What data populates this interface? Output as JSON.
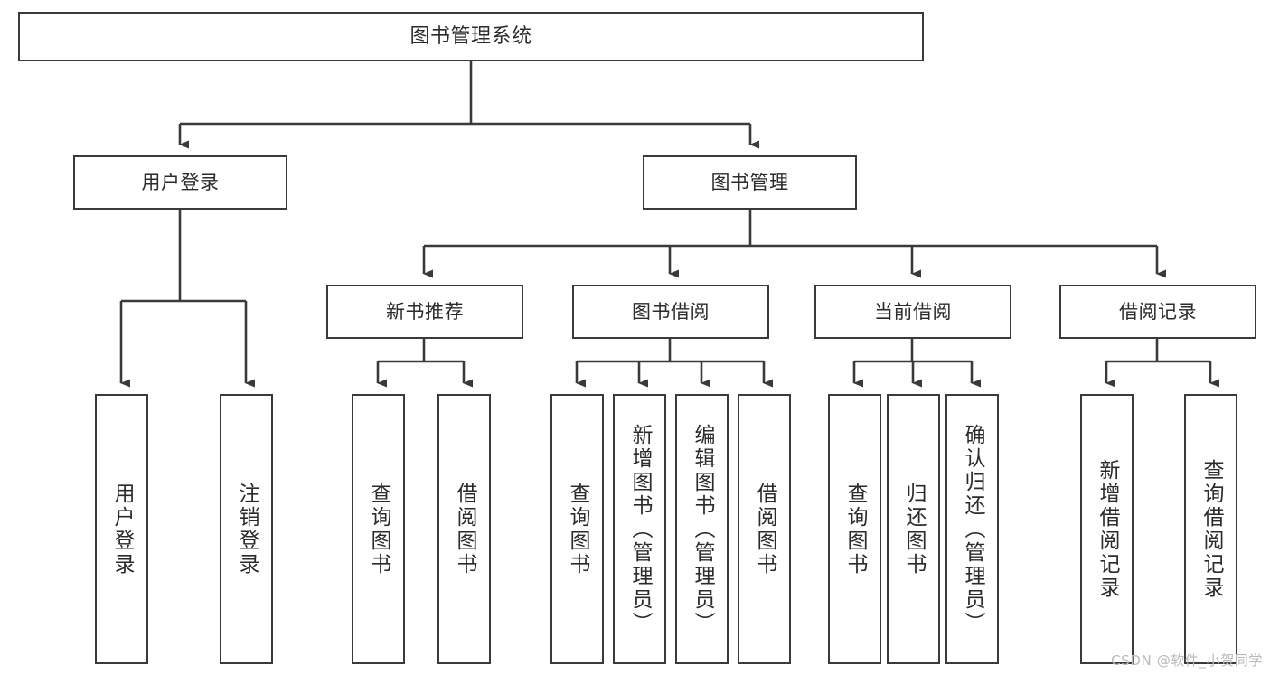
{
  "diagram": {
    "title": "图书管理系统",
    "type": "tree-hierarchy",
    "watermark": "CSDN @软件_小贺同学",
    "colors": {
      "background": "#ffffff",
      "node_border": "#3a3a3a",
      "node_fill": "#ffffff",
      "edge": "#3a3a3a",
      "text": "#2b2b2b",
      "watermark": "#b9b9b9"
    },
    "levels": {
      "root": "图书管理系统",
      "level2": [
        "用户登录",
        "图书管理"
      ],
      "level3": [
        "新书推荐",
        "图书借阅",
        "当前借阅",
        "借阅记录"
      ]
    },
    "nodes": {
      "root": {
        "label": "图书管理系统",
        "orientation": "horizontal"
      },
      "user_login": {
        "label": "用户登录",
        "orientation": "horizontal"
      },
      "book_manage": {
        "label": "图书管理",
        "orientation": "horizontal"
      },
      "new_book_rec": {
        "label": "新书推荐",
        "orientation": "horizontal"
      },
      "book_borrow": {
        "label": "图书借阅",
        "orientation": "horizontal"
      },
      "current_borrow": {
        "label": "当前借阅",
        "orientation": "horizontal"
      },
      "borrow_record": {
        "label": "借阅记录",
        "orientation": "horizontal"
      },
      "leaf_user_login": {
        "label": "用户登录",
        "orientation": "vertical"
      },
      "leaf_logout": {
        "label": "注销登录",
        "orientation": "vertical"
      },
      "leaf_query_book_1": {
        "label": "查询图书",
        "orientation": "vertical"
      },
      "leaf_borrow_book_1": {
        "label": "借阅图书",
        "orientation": "vertical"
      },
      "leaf_query_book_2": {
        "label": "查询图书",
        "orientation": "vertical"
      },
      "leaf_add_book": {
        "label": "新增图书（管理员）",
        "orientation": "vertical"
      },
      "leaf_edit_book": {
        "label": "编辑图书（管理员）",
        "orientation": "vertical"
      },
      "leaf_borrow_book_2": {
        "label": "借阅图书",
        "orientation": "vertical"
      },
      "leaf_query_book_3": {
        "label": "查询图书",
        "orientation": "vertical"
      },
      "leaf_return_book": {
        "label": "归还图书",
        "orientation": "vertical"
      },
      "leaf_confirm_return": {
        "label": "确认归还（管理员）",
        "orientation": "vertical"
      },
      "leaf_add_record": {
        "label": "新增借阅记录",
        "orientation": "vertical"
      },
      "leaf_query_record": {
        "label": "查询借阅记录",
        "orientation": "vertical"
      }
    },
    "edges": [
      {
        "from": "root",
        "to": "user_login"
      },
      {
        "from": "root",
        "to": "book_manage"
      },
      {
        "from": "user_login",
        "to": "leaf_user_login"
      },
      {
        "from": "user_login",
        "to": "leaf_logout"
      },
      {
        "from": "book_manage",
        "to": "new_book_rec"
      },
      {
        "from": "book_manage",
        "to": "book_borrow"
      },
      {
        "from": "book_manage",
        "to": "current_borrow"
      },
      {
        "from": "book_manage",
        "to": "borrow_record"
      },
      {
        "from": "new_book_rec",
        "to": "leaf_query_book_1"
      },
      {
        "from": "new_book_rec",
        "to": "leaf_borrow_book_1"
      },
      {
        "from": "book_borrow",
        "to": "leaf_query_book_2"
      },
      {
        "from": "book_borrow",
        "to": "leaf_add_book"
      },
      {
        "from": "book_borrow",
        "to": "leaf_edit_book"
      },
      {
        "from": "book_borrow",
        "to": "leaf_borrow_book_2"
      },
      {
        "from": "current_borrow",
        "to": "leaf_query_book_3"
      },
      {
        "from": "current_borrow",
        "to": "leaf_return_book"
      },
      {
        "from": "current_borrow",
        "to": "leaf_confirm_return"
      },
      {
        "from": "borrow_record",
        "to": "leaf_add_record"
      },
      {
        "from": "borrow_record",
        "to": "leaf_query_record"
      }
    ]
  }
}
